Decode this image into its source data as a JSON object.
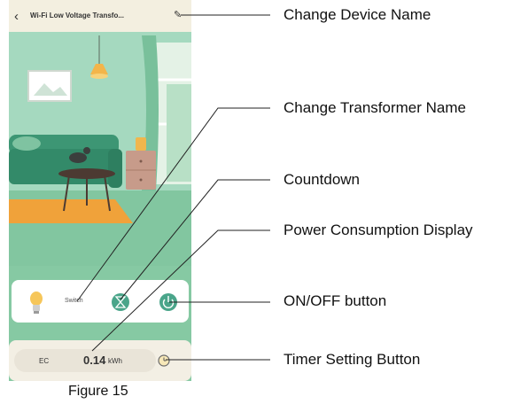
{
  "app": {
    "title": "Wi-Fi Low Voltage Transfo...",
    "back_icon": "back-chevron-icon",
    "edit_icon": "edit-pencil-icon"
  },
  "device_card": {
    "switch_label": "Switch",
    "bulb_icon": "bulb-icon",
    "countdown_icon": "hourglass-icon",
    "power_icon": "power-icon"
  },
  "consumption": {
    "label": "EC",
    "value": "0.14",
    "unit": "kWh",
    "timer_icon": "clock-icon"
  },
  "callouts": [
    "Change Device Name",
    "Change Transformer Name",
    "Countdown",
    "Power Consumption Display",
    "ON/OFF button",
    "Timer Setting Button"
  ],
  "caption": "Figure 15",
  "colors": {
    "accent_green": "#4aa58a",
    "wall": "#9ed6ba",
    "floor": "#7cc29c",
    "rug": "#f0a23a",
    "sofa": "#3b9272"
  }
}
